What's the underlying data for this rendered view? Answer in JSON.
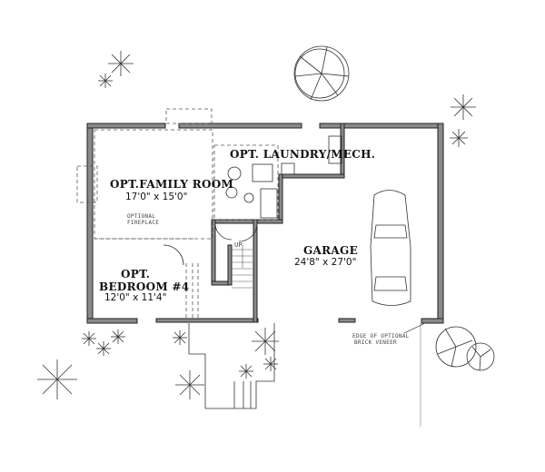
{
  "plan": {
    "rooms": [
      {
        "name": "OPT.FAMILY ROOM",
        "dimensions": "17'0\" x 15'0\""
      },
      {
        "name": "OPT. LAUNDRY/MECH.",
        "dimensions": ""
      },
      {
        "name_line1": "OPT.",
        "name_line2": "BEDROOM #4",
        "dimensions": "12'0\" x 11'4\""
      },
      {
        "name": "GARAGE",
        "dimensions": "24'8\" x 27'0\""
      }
    ],
    "notes": {
      "fireplace_line1": "OPTIONAL",
      "fireplace_line2": "FIREPLACE",
      "stair_up": "UP",
      "veneer_line1": "EDGE OF OPTIONAL",
      "veneer_line2": "BRICK VENEER"
    },
    "colors": {
      "wall": "#8a8a8a",
      "line": "#222222",
      "background": "#ffffff"
    }
  }
}
